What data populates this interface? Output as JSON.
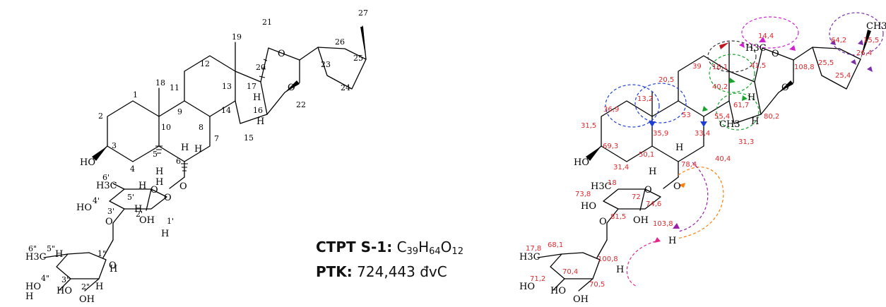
{
  "compound": {
    "code_label": "CTPT S-1:",
    "formula_parts": [
      "C",
      "39",
      "H",
      "64",
      "O",
      "12"
    ],
    "mass_label": "PTK:",
    "mass_value": "724,443 đvC"
  },
  "left_structure": {
    "atom_labels": [
      "HO",
      "O",
      "O",
      "O",
      "O",
      "O",
      "HO",
      "O",
      "O",
      "OH",
      "HO",
      "HO",
      "OH",
      "H",
      "H",
      "H",
      "H",
      "H",
      "H",
      "H",
      "H",
      "H",
      "H",
      "H",
      "H",
      "H",
      "H3C",
      "H3C"
    ],
    "position_labels": [
      "1",
      "2",
      "3",
      "4",
      "5",
      "6",
      "7",
      "8",
      "9",
      "10",
      "11",
      "12",
      "13",
      "14",
      "15",
      "16",
      "17",
      "18",
      "19",
      "20",
      "21",
      "22",
      "23",
      "24",
      "25",
      "26",
      "27",
      "1'",
      "2'",
      "3'",
      "4'",
      "5'",
      "6'",
      "1\"",
      "2\"",
      "3\"",
      "4\"",
      "5\"",
      "6\""
    ]
  },
  "right_structure": {
    "atom_labels": [
      "HO",
      "O",
      "O",
      "O",
      "O",
      "HO",
      "O",
      "OH",
      "HO",
      "HO",
      "OH",
      "H",
      "H",
      "H",
      "H",
      "H",
      "H",
      "H3C",
      "CH3",
      "CH3",
      "H3C",
      "H3C"
    ],
    "chemical_shifts": [
      "36,9",
      "13,2",
      "31,5",
      "69,3",
      "31,4",
      "50,1",
      "35,9",
      "78,4",
      "40,4",
      "33,4",
      "53",
      "55,4",
      "20,5",
      "39",
      "40,2",
      "16,1",
      "61,7",
      "31,3",
      "80,2",
      "41,5",
      "14,4",
      "108,8",
      "25,5",
      "64,2",
      "26,4",
      "25,4",
      "15,5",
      "73,8",
      "72",
      "18",
      "74,6",
      "81,5",
      "103,8",
      "17,8",
      "68,1",
      "70,4",
      "100,8",
      "71,2",
      "70,5"
    ]
  }
}
